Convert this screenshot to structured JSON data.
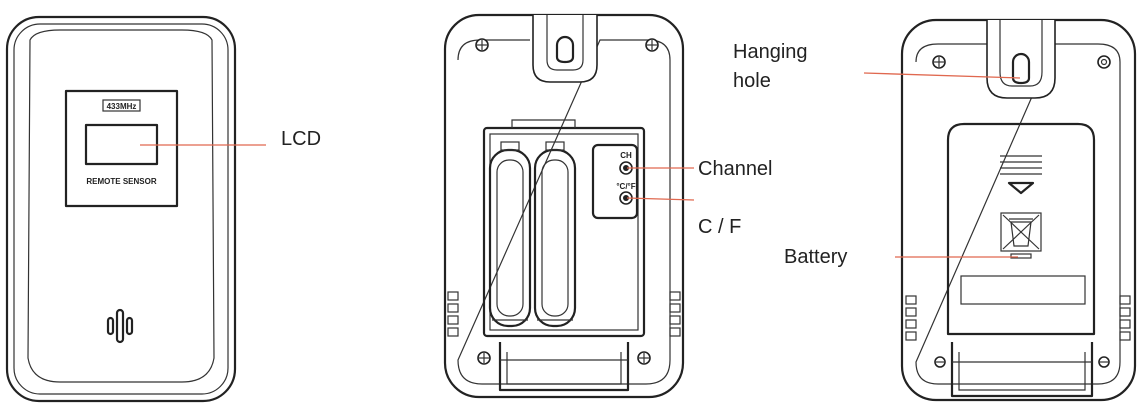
{
  "front": {
    "lcd_frequency": "433MHz",
    "lcd_caption": "REMOTE SENSOR"
  },
  "back_open": {
    "switch_ch": "CH",
    "switch_cf": "°C/°F"
  },
  "labels": {
    "lcd": "LCD",
    "channel": "Channel",
    "cf": "C / F",
    "hanging_line1": "Hanging",
    "hanging_line2": "hole",
    "battery": "Battery"
  }
}
